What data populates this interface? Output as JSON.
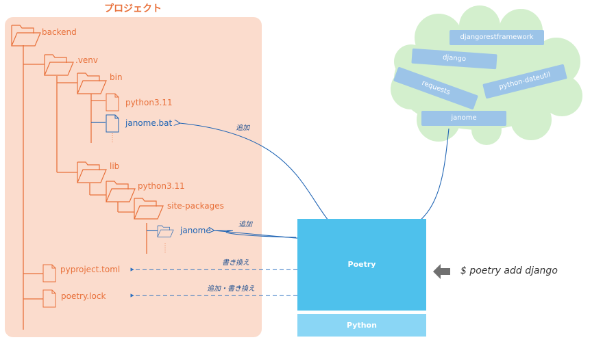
{
  "project": {
    "title": "プロジェクト",
    "tree": {
      "backend": "backend",
      "venv": ".venv",
      "bin": "bin",
      "python_bin": "python3.11",
      "janome_bat": "janome.bat",
      "lib": "lib",
      "python_lib": "python3.11",
      "site_packages": "site-packages",
      "janome_pkg": "janome",
      "pyproject": "pyproject.toml",
      "poetry_lock": "poetry.lock"
    }
  },
  "annotations": {
    "add_bat": "追加",
    "add_pkg": "追加",
    "rewrite_pyproject": "書き換え",
    "add_rewrite_lock": "追加・書き換え"
  },
  "repository": {
    "packages": [
      "djangorestframework",
      "django",
      "requests",
      "python-dateutil",
      "janome"
    ]
  },
  "tools": {
    "poetry": "Poetry",
    "python": "Python"
  },
  "command": "$ poetry add django",
  "colors": {
    "project_bg": "#fbdccd",
    "tree_orange": "#e8703a",
    "added_blue": "#1f64b4",
    "cloud_green": "#d3efcd",
    "package_blue": "#9cc4e8",
    "poetry_blue": "#4ec1ec",
    "python_blue": "#8ad6f5",
    "arrow_gray": "#707070"
  }
}
